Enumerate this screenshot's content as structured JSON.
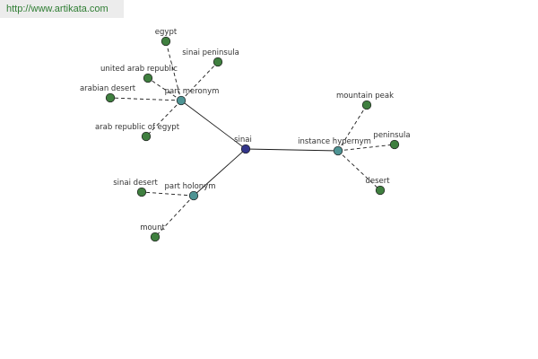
{
  "watermark": "http://www.artikata.com",
  "colors": {
    "center": "#33358a",
    "relation": "#4e9494",
    "leaf": "#3f7f3f",
    "node_stroke": "#1e1e1e",
    "edge": "#1a1a1a"
  },
  "graph": {
    "center": {
      "id": "sinai",
      "label": "sinai"
    },
    "relations": [
      {
        "id": "part-meronym",
        "label": "part meronym",
        "leaves": [
          {
            "id": "egypt",
            "label": "egypt"
          },
          {
            "id": "sinai-peninsula",
            "label": "sinai peninsula"
          },
          {
            "id": "united-arab-republic",
            "label": "united arab republic"
          },
          {
            "id": "arabian-desert",
            "label": "arabian desert"
          },
          {
            "id": "arab-republic-of-egypt",
            "label": "arab republic of egypt"
          }
        ]
      },
      {
        "id": "instance-hypernym",
        "label": "instance hypernym",
        "leaves": [
          {
            "id": "mountain-peak",
            "label": "mountain peak"
          },
          {
            "id": "peninsula",
            "label": "peninsula"
          },
          {
            "id": "desert",
            "label": "desert"
          }
        ]
      },
      {
        "id": "part-holonym",
        "label": "part holonym",
        "leaves": [
          {
            "id": "sinai-desert",
            "label": "sinai desert"
          },
          {
            "id": "mount",
            "label": "mount"
          }
        ]
      }
    ]
  }
}
